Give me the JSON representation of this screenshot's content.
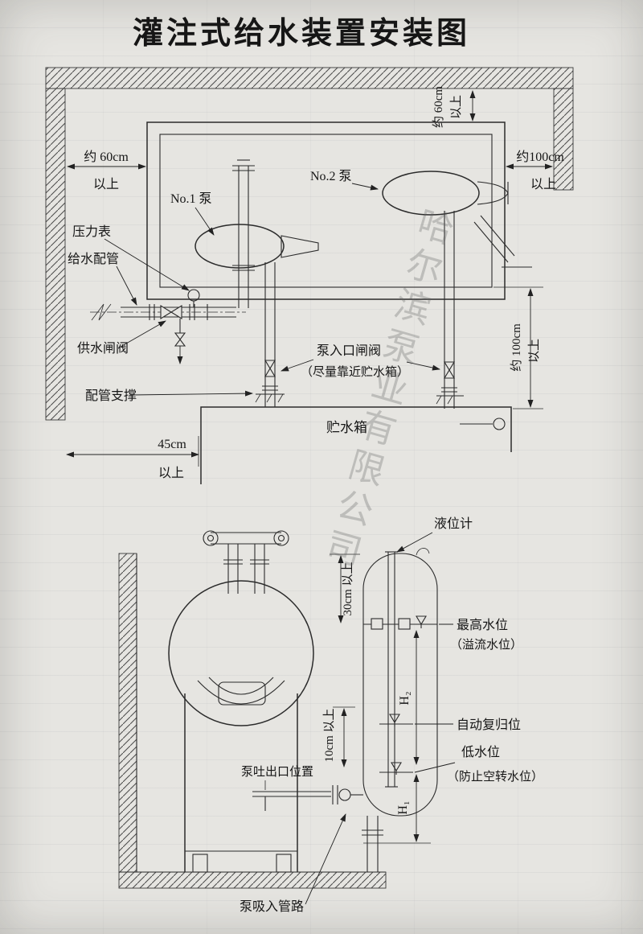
{
  "title": "灌注式给水装置安装图",
  "watermark": "哈尔滨泵业有限公司",
  "top_view": {
    "dim_left_value": "约 60cm",
    "dim_left_unit": "以上",
    "dim_right_value": "约100cm",
    "dim_right_unit": "以上",
    "dim_top_vert_value": "约 60cm",
    "dim_top_vert_unit": "以上",
    "dim_right_vert_value": "约 100cm",
    "dim_right_vert_unit": "以上",
    "dim_bottom_value": "45cm",
    "dim_bottom_unit": "以上",
    "label_pump1": "No.1 泵",
    "label_pump2": "No.2 泵",
    "label_pressure_gauge": "压力表",
    "label_feed_pipe": "给水配管",
    "label_supply_valve": "供水闸阀",
    "label_pipe_support": "配管支撑",
    "label_inlet_valve": "泵入口闸阀",
    "label_inlet_valve_note": "（尽量靠近贮水箱）",
    "label_tank": "贮水箱"
  },
  "bottom_view": {
    "label_level_gauge": "液位计",
    "dim_30": "30cm 以上",
    "dim_10": "10cm 以上",
    "dim_h2": "H₂",
    "dim_h1": "H₁",
    "label_max_level": "最高水位",
    "label_max_level_note": "（溢流水位）",
    "label_auto_reset": "自动复归位",
    "label_low_level": "低水位",
    "label_low_level_note": "（防止空转水位）",
    "label_discharge_pos": "泵吐出口位置",
    "label_suction_pipe": "泵吸入管路"
  }
}
